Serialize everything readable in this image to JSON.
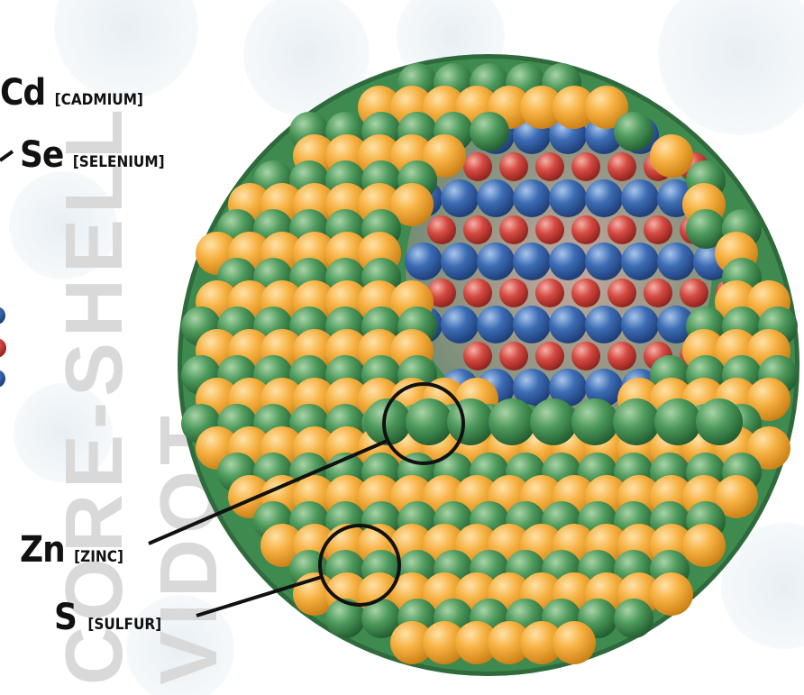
{
  "labels": {
    "cd": {
      "symbol": "Cd",
      "name": "[CADMIUM]"
    },
    "se": {
      "symbol": "Se",
      "name": "[SELENIUM]"
    },
    "zn": {
      "symbol": "Zn",
      "name": "[ZINC]"
    },
    "s": {
      "symbol": "S",
      "name": "[SULFUR]"
    }
  },
  "watermark": {
    "line1": "CORE-SHELL",
    "line2": "VIDOT"
  },
  "colors": {
    "cadmium": "#2f5fa6",
    "selenium": "#cc3a3a",
    "zinc": "#3e8a4f",
    "sulfur": "#f2a530",
    "background_bubbles": "#dde8f0"
  }
}
